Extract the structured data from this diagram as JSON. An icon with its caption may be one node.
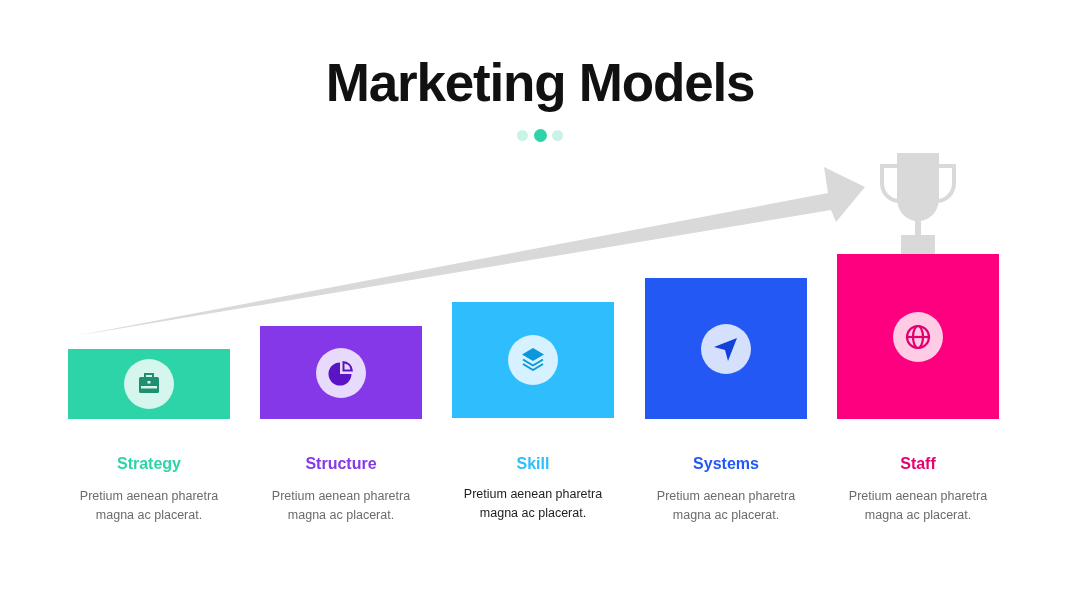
{
  "diagram": {
    "title": "Marketing Models",
    "nodes": [
      {
        "text": [
          "Strategy"
        ]
      },
      {
        "text": [
          "Structure"
        ]
      },
      {
        "text": [
          "Skill"
        ]
      },
      {
        "text": [
          "Systems"
        ]
      },
      {
        "text": [
          "Staff"
        ]
      }
    ],
    "labels": [
      "Pretium aenean pharetra magna ac placerat.",
      "Pretium aenean pharetra magna ac placerat.",
      "Pretium aenean pharetra magna ac placerat.",
      "Pretium aenean pharetra magna ac placerat.",
      "Pretium aenean pharetra magna ac placerat."
    ]
  }
}
